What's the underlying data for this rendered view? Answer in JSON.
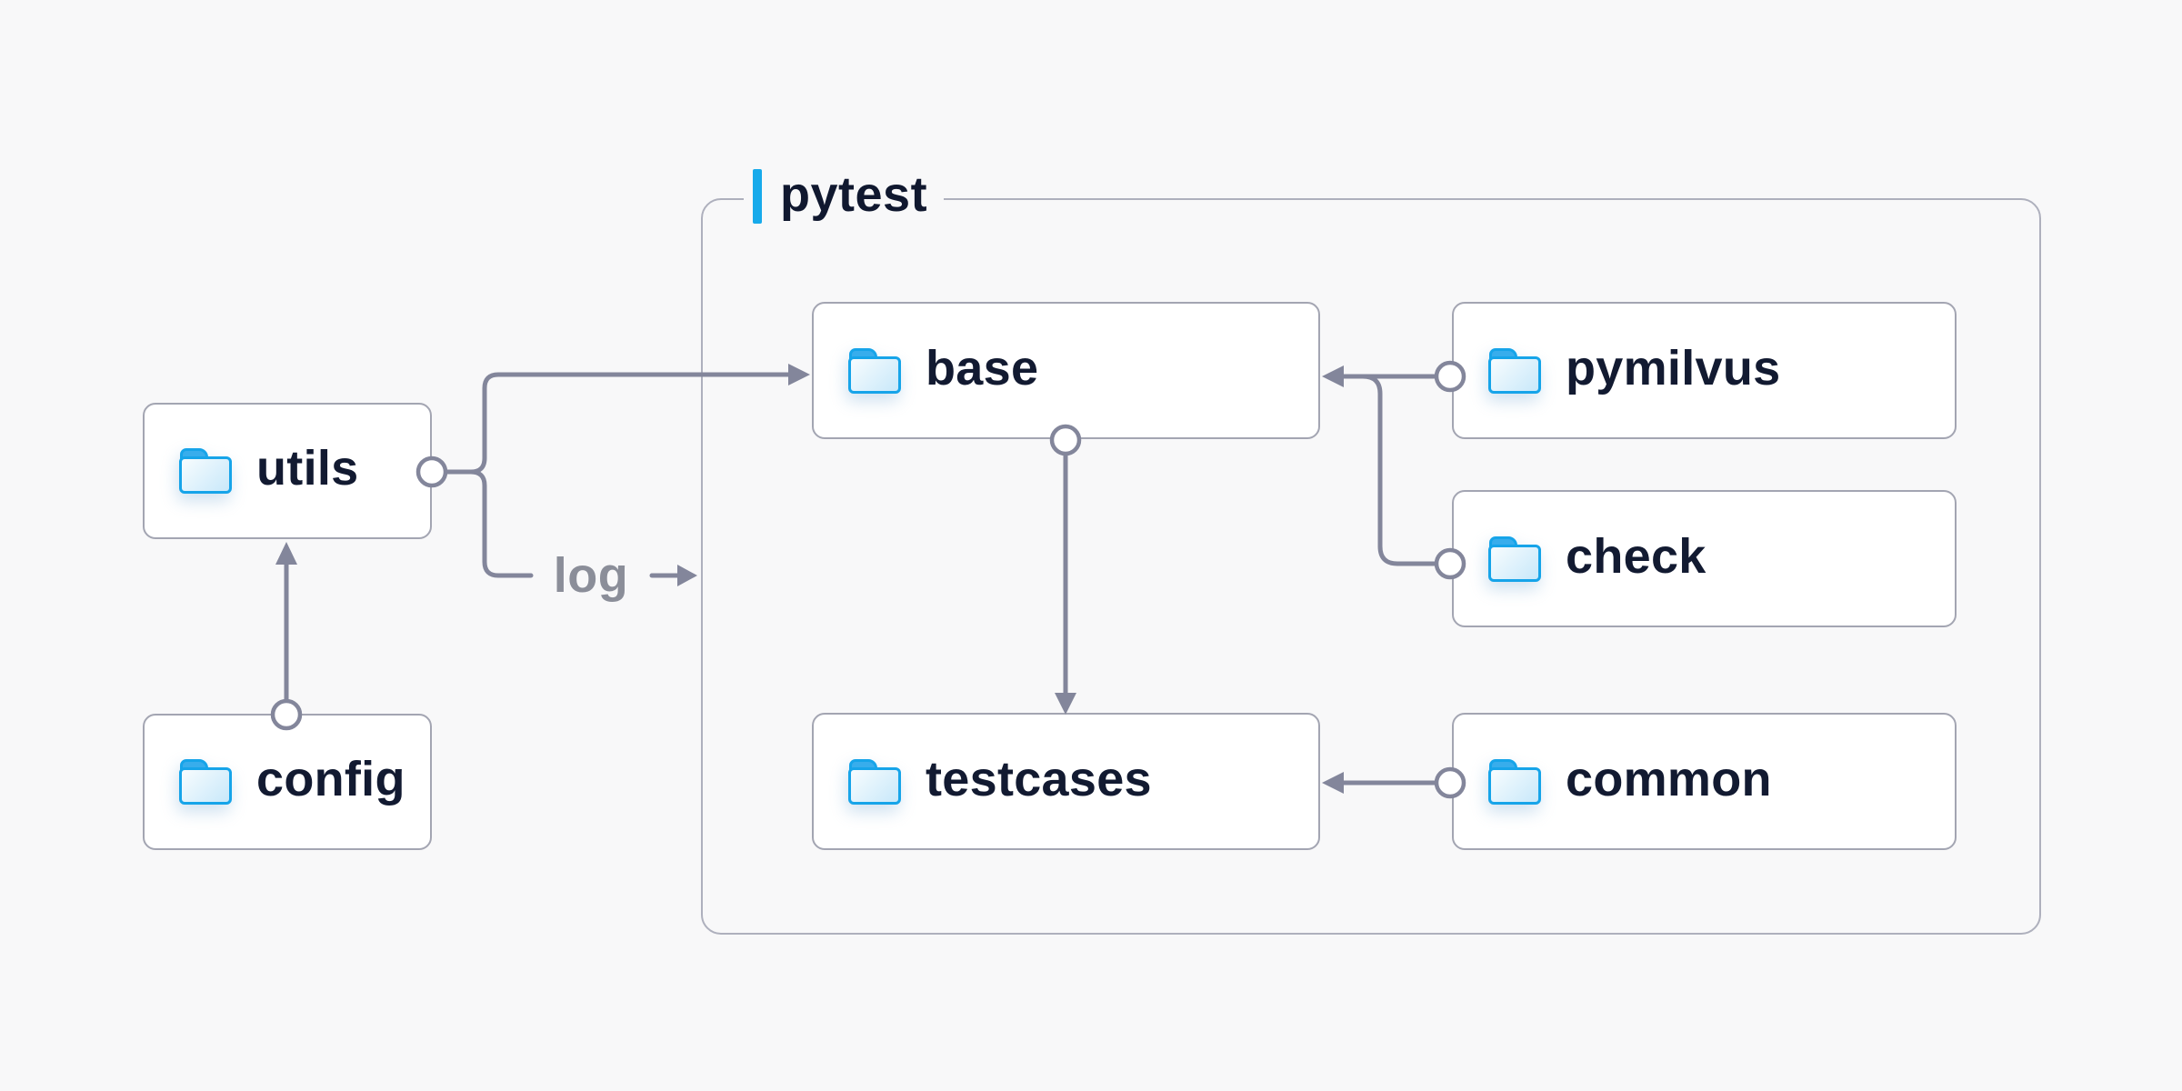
{
  "diagram": {
    "group": {
      "label": "pytest"
    },
    "edge_label": "log",
    "nodes": {
      "utils": {
        "label": "utils",
        "icon": "folder-icon"
      },
      "config": {
        "label": "config",
        "icon": "folder-icon"
      },
      "base": {
        "label": "base",
        "icon": "folder-icon"
      },
      "testcases": {
        "label": "testcases",
        "icon": "folder-icon"
      },
      "pymilvus": {
        "label": "pymilvus",
        "icon": "folder-icon"
      },
      "check": {
        "label": "check",
        "icon": "folder-icon"
      },
      "common": {
        "label": "common",
        "icon": "folder-icon"
      }
    },
    "edges": [
      {
        "from": "config",
        "to": "utils"
      },
      {
        "from": "utils",
        "to": "base"
      },
      {
        "from": "utils",
        "to": "log",
        "label": "log"
      },
      {
        "from": "base",
        "to": "testcases"
      },
      {
        "from": "pymilvus",
        "to": "base"
      },
      {
        "from": "check",
        "to": "base"
      },
      {
        "from": "common",
        "to": "testcases"
      }
    ],
    "colors": {
      "background": "#f8f8f9",
      "node_fill": "#ffffff",
      "node_border": "#a3a5b2",
      "group_border": "#aeb0bd",
      "connector": "#83869b",
      "text": "#121a31",
      "muted_text": "#8b8e99",
      "accent_blue": "#17aaeb",
      "folder_blue": "#16a4e9"
    }
  }
}
